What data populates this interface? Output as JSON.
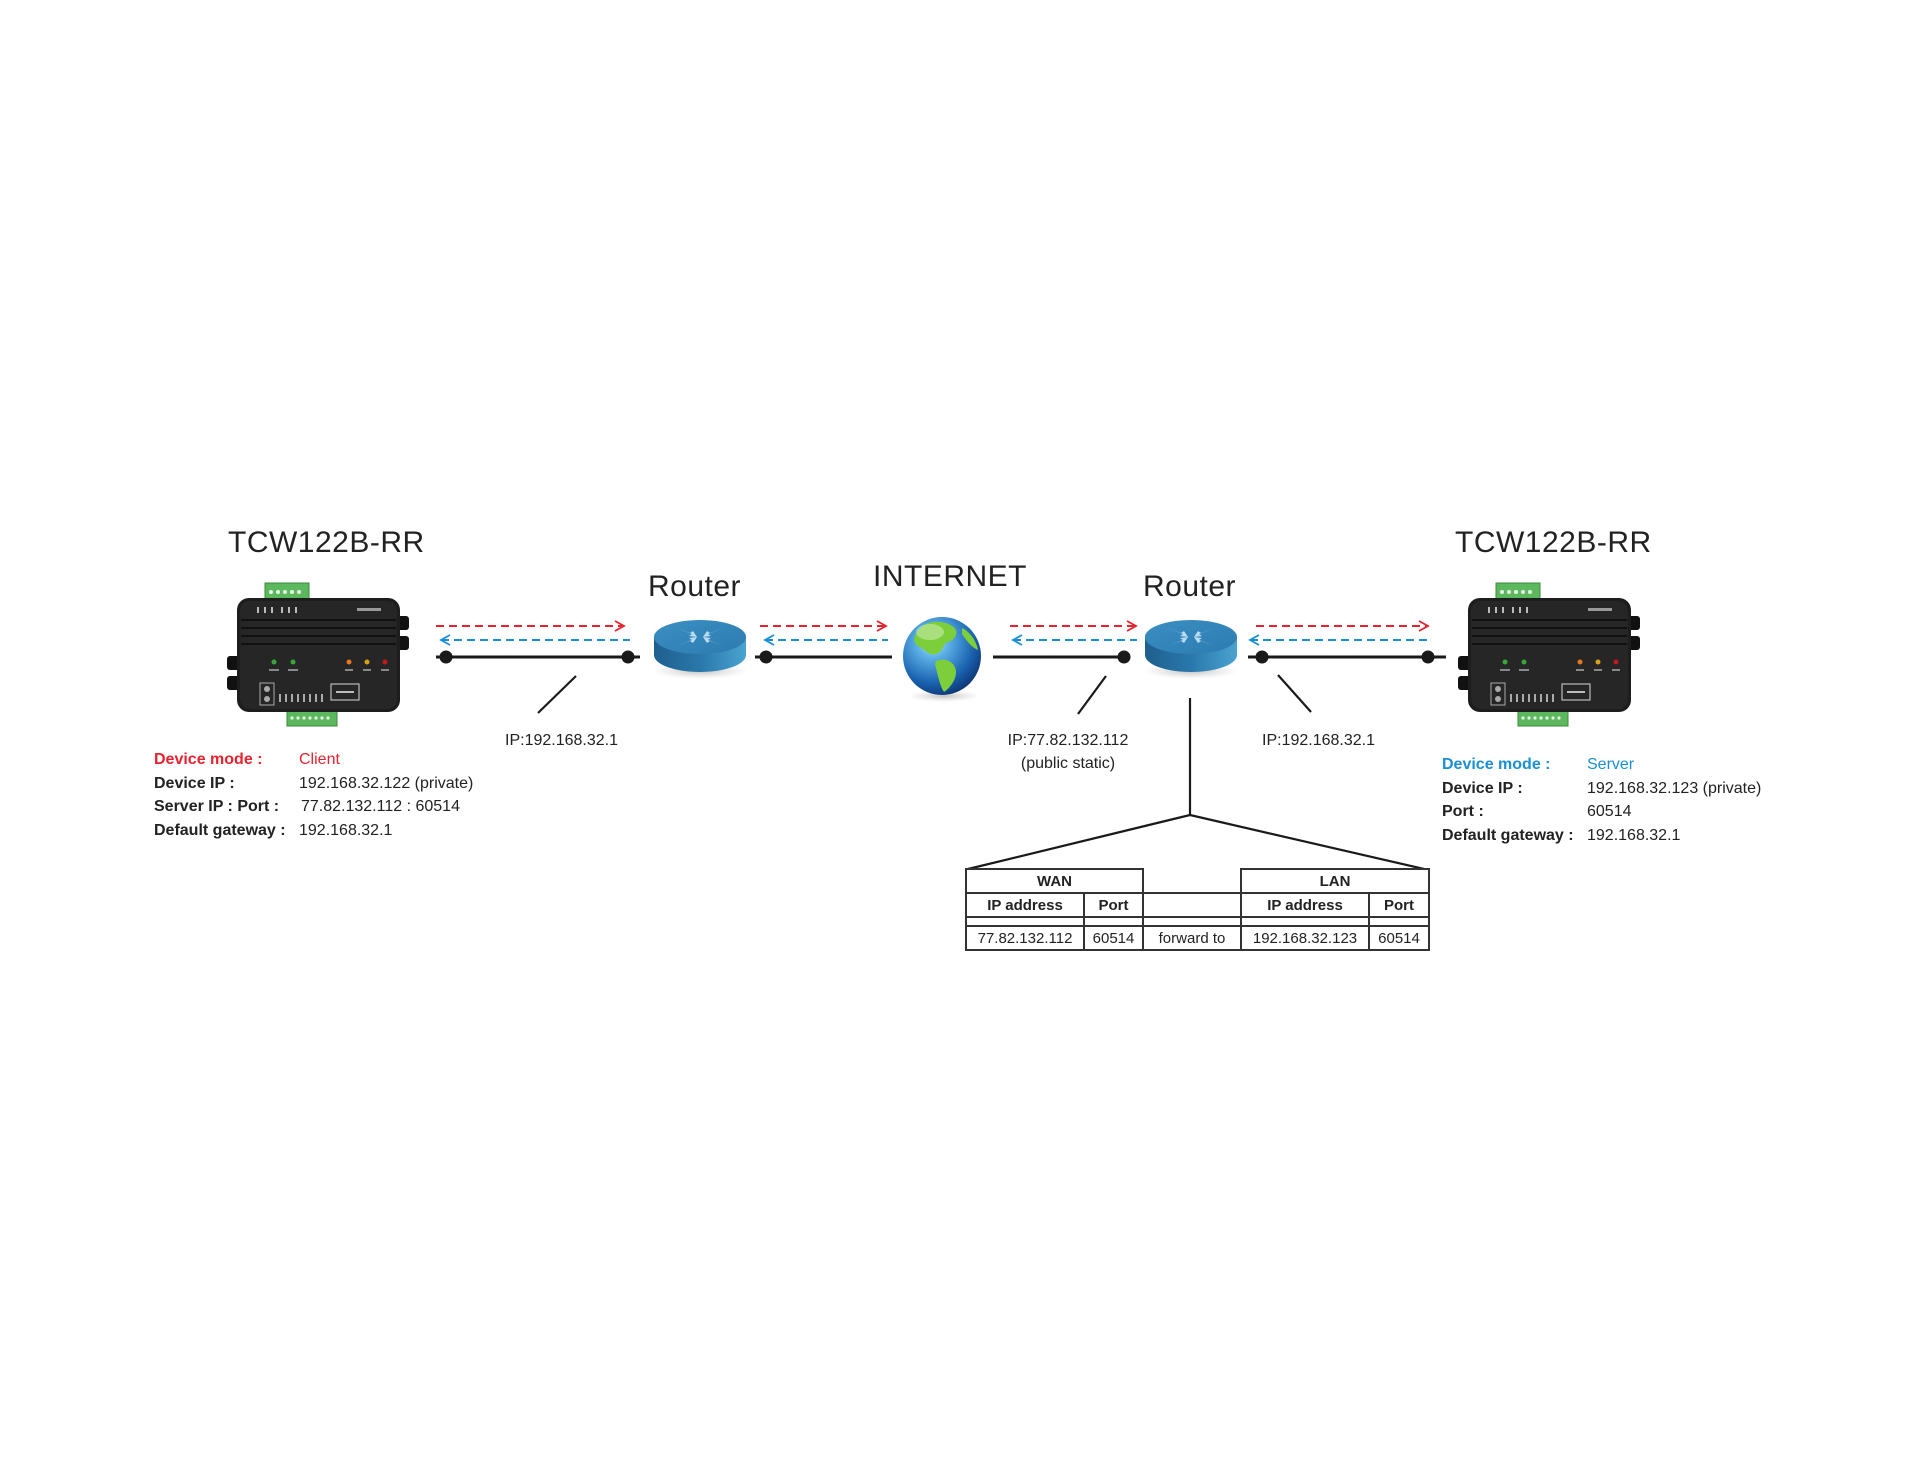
{
  "colors": {
    "client_accent": "#e8222e",
    "server_accent": "#1a8fd6",
    "line": "#1a1a1a",
    "router_blue": "#2a78ab",
    "text": "#222222"
  },
  "nodes": {
    "client_device": {
      "title": "TCW122B-RR",
      "icon": "tcw122b-device-icon"
    },
    "router_left": {
      "title": "Router",
      "icon": "router-icon"
    },
    "internet": {
      "title": "INTERNET",
      "icon": "globe-icon"
    },
    "router_right": {
      "title": "Router",
      "icon": "router-icon"
    },
    "server_device": {
      "title": "TCW122B-RR",
      "icon": "tcw122b-device-icon"
    }
  },
  "ip_labels": {
    "left_router_lan": "IP:192.168.32.1",
    "right_router_wan_line1": "IP:77.82.132.112",
    "right_router_wan_line2": "(public static)",
    "right_router_lan": "IP:192.168.32.1"
  },
  "client_info": {
    "mode_label": "Device mode :",
    "mode_value": "Client",
    "rows": [
      {
        "label": "Device IP :",
        "value": "192.168.32.122 (private)"
      },
      {
        "label": "Server IP : Port :",
        "value": "77.82.132.112 : 60514"
      },
      {
        "label": "Default gateway :",
        "value": "192.168.32.1"
      }
    ]
  },
  "server_info": {
    "mode_label": "Device mode :",
    "mode_value": "Server",
    "rows": [
      {
        "label": "Device IP :",
        "value": "192.168.32.123 (private)"
      },
      {
        "label": "Port :",
        "value": "60514"
      },
      {
        "label": "Default gateway :",
        "value": "192.168.32.1"
      }
    ]
  },
  "port_forward_table": {
    "wan_header": "WAN",
    "lan_header": "LAN",
    "col_ip": "IP address",
    "col_port": "Port",
    "wan_ip": "77.82.132.112",
    "wan_port": "60514",
    "action": "forward to",
    "lan_ip": "192.168.32.123",
    "lan_port": "60514"
  }
}
